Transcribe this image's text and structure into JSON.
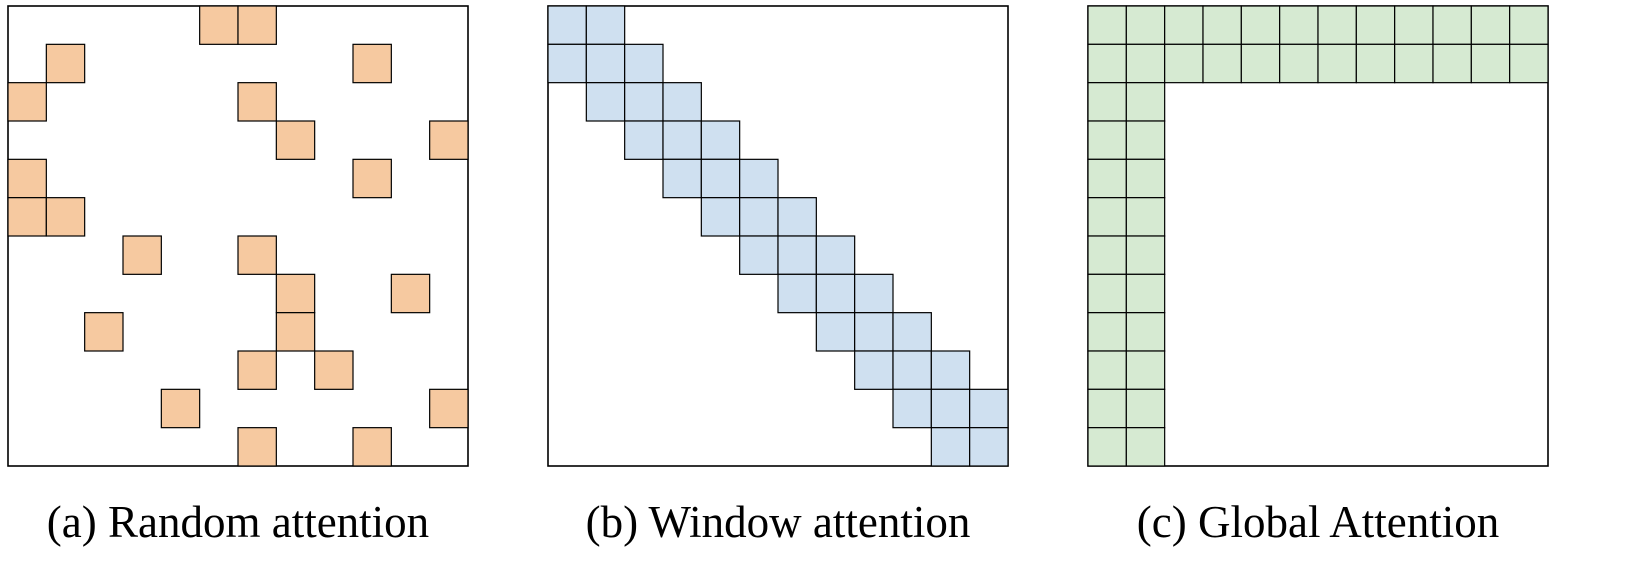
{
  "grid_size": 12,
  "colors": {
    "random": "#f6c9a0",
    "window": "#cfe0f0",
    "global": "#d6ead2",
    "stroke": "#000000"
  },
  "panels": [
    {
      "id": "random",
      "caption": "(a) Random attention",
      "cells": [
        [
          0,
          5
        ],
        [
          0,
          6
        ],
        [
          1,
          1
        ],
        [
          1,
          9
        ],
        [
          2,
          0
        ],
        [
          2,
          6
        ],
        [
          3,
          7
        ],
        [
          3,
          11
        ],
        [
          4,
          0
        ],
        [
          4,
          9
        ],
        [
          5,
          0
        ],
        [
          5,
          1
        ],
        [
          6,
          3
        ],
        [
          6,
          6
        ],
        [
          7,
          7
        ],
        [
          7,
          10
        ],
        [
          8,
          2
        ],
        [
          8,
          7
        ],
        [
          9,
          6
        ],
        [
          9,
          8
        ],
        [
          10,
          4
        ],
        [
          10,
          11
        ],
        [
          11,
          6
        ],
        [
          11,
          9
        ]
      ]
    },
    {
      "id": "window",
      "caption": "(b) Window attention",
      "window_rows": [
        [
          0,
          1
        ],
        [
          0,
          2
        ],
        [
          1,
          3
        ],
        [
          2,
          4
        ],
        [
          3,
          5
        ],
        [
          4,
          6
        ],
        [
          5,
          7
        ],
        [
          6,
          8
        ],
        [
          7,
          9
        ],
        [
          8,
          10
        ],
        [
          9,
          11
        ],
        [
          10,
          11
        ]
      ]
    },
    {
      "id": "global",
      "caption": "(c) Global Attention",
      "global_rows": 2,
      "global_cols": 2
    }
  ]
}
